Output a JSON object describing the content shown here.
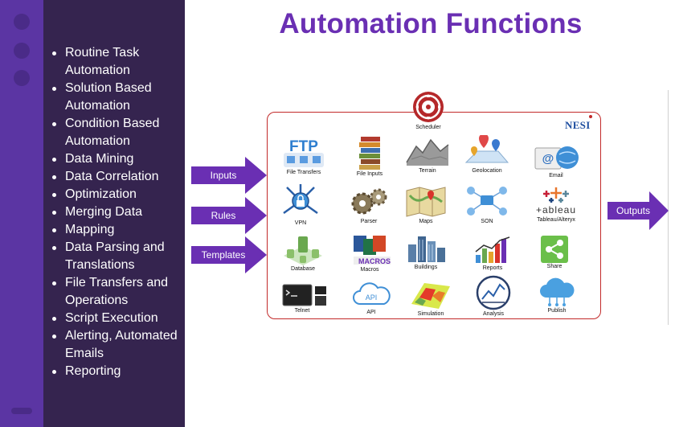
{
  "title": "Automation Functions",
  "bullets": [
    "Routine Task Automation",
    "Solution Based Automation",
    "Condition Based Automation",
    "Data Mining",
    "Data Correlation",
    "Optimization",
    "Merging Data",
    "Mapping",
    "Data Parsing and Translations",
    "File Transfers and Operations",
    "Script Execution",
    "Alerting, Automated Emails",
    "Reporting"
  ],
  "arrows": {
    "inputs": "Inputs",
    "rules": "Rules",
    "templates": "Templates",
    "outputs": "Outputs"
  },
  "diagram": {
    "scheduler": "Scheduler",
    "brand": "NESI",
    "items": {
      "file_transfers": "File Transfers",
      "file_inputs": "File Inputs",
      "terrain": "Terrain",
      "geolocation": "Geolocation",
      "email": "Email",
      "vpn": "VPN",
      "parser": "Parser",
      "maps": "Maps",
      "son": "SON",
      "tableau_alteryx": "Tableau/Alteryx",
      "database": "Database",
      "macros": "Macros",
      "buildings": "Buildings",
      "reports": "Reports",
      "share": "Share",
      "telnet": "Telnet",
      "api": "API",
      "simulation": "Simulation",
      "analysis": "Analysis",
      "publish": "Publish"
    },
    "icon_text": {
      "ftp": "FTP",
      "tableau": "+ableau",
      "macros": "MACROS",
      "api": "API",
      "email": "@"
    }
  },
  "colors": {
    "accent": "#6a2fb3",
    "panel": "#35244f",
    "strip": "#5b35a3",
    "box_border": "#c22a2a"
  }
}
